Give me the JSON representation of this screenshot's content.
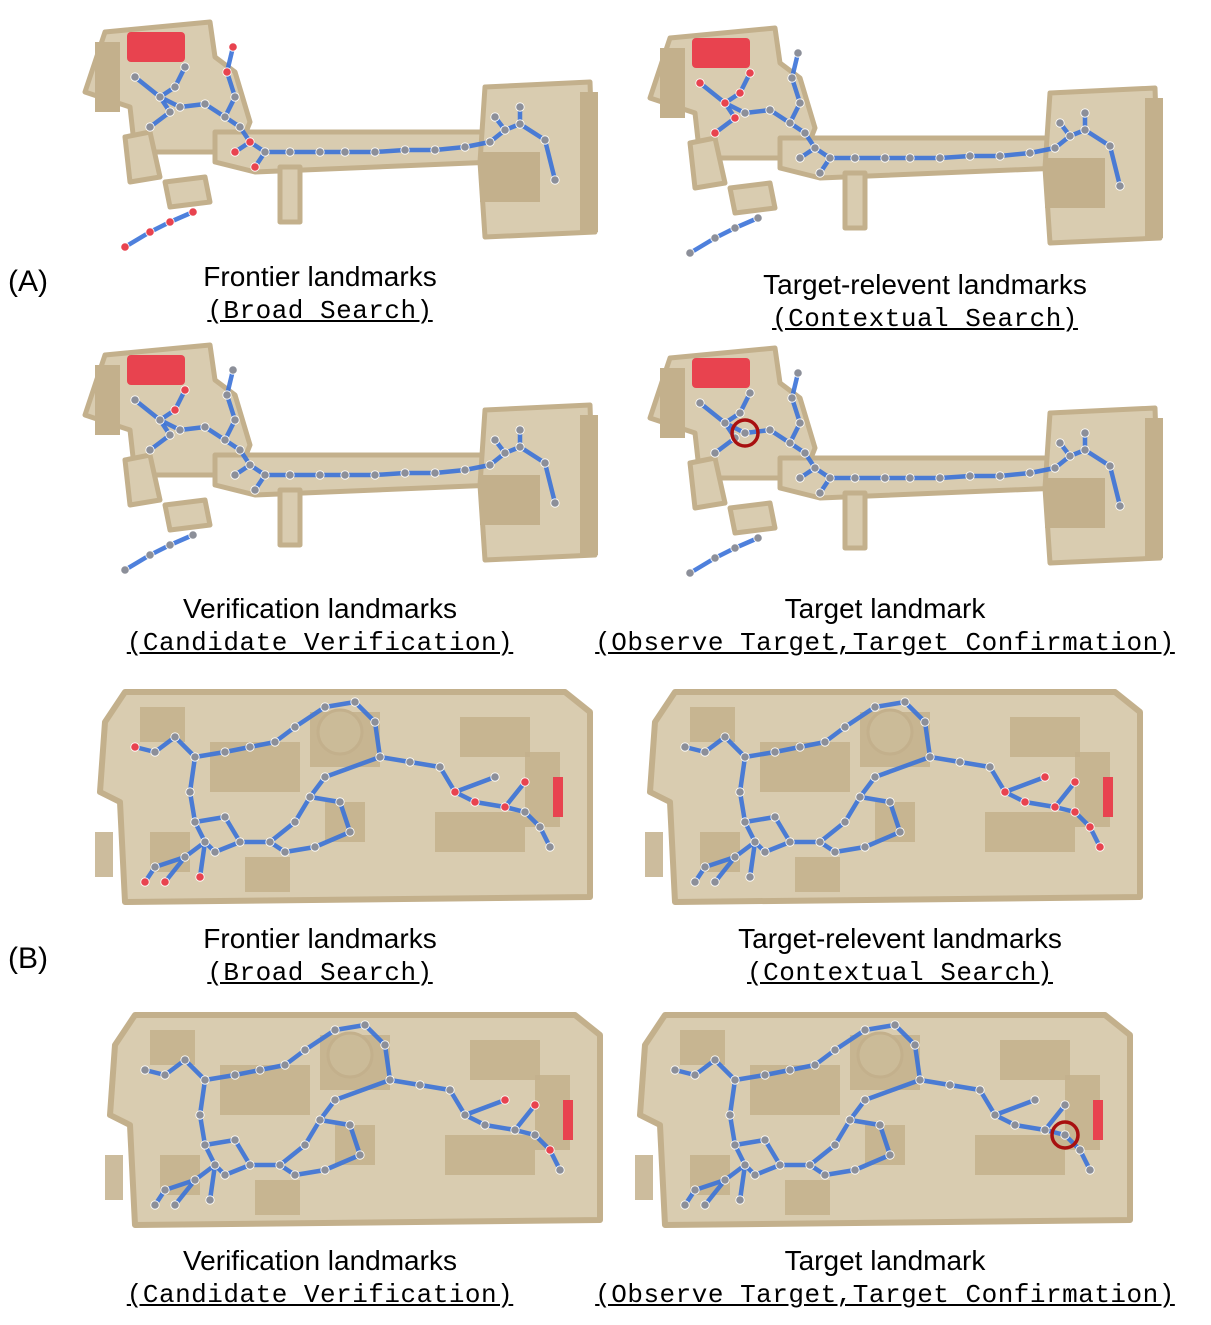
{
  "sections": [
    {
      "label": "(A)",
      "panels": [
        {
          "title": "Frontier landmarks",
          "subtitle": "(Broad Search)"
        },
        {
          "title": "Target-relevent landmarks",
          "subtitle": "(Contextual Search)"
        },
        {
          "title": "Verification landmarks",
          "subtitle": "(Candidate Verification)"
        },
        {
          "title": "Target  landmark",
          "subtitle": "(Observe Target,Target Confirmation)"
        }
      ]
    },
    {
      "label": "(B)",
      "panels": [
        {
          "title": "Frontier landmarks",
          "subtitle": "(Broad Search)"
        },
        {
          "title": "Target-relevent landmarks",
          "subtitle": "(Contextual Search)"
        },
        {
          "title": "Verification landmarks",
          "subtitle": "(Candidate Verification)"
        },
        {
          "title": "Target  landmark",
          "subtitle": "(Observe Target,Target Confirmation)"
        }
      ]
    }
  ],
  "colors": {
    "floor": "#d9ccb0",
    "wall": "#c3b08c",
    "edge": "#3b73d9",
    "node_gray": "#8c8f99",
    "node_red": "#e8434f",
    "target_object": "#e8434f",
    "target_circle": "#a81010"
  }
}
